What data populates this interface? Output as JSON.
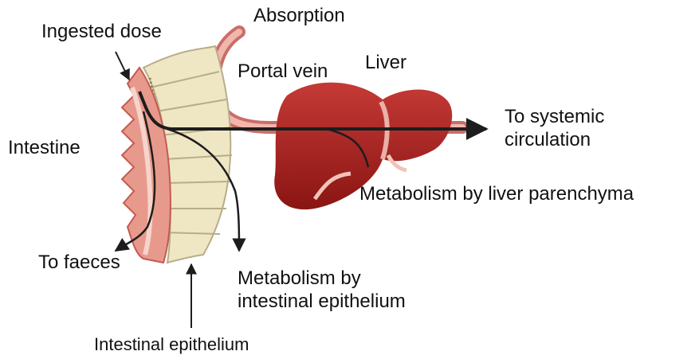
{
  "labels": {
    "ingested_dose": "Ingested dose",
    "absorption": "Absorption",
    "portal_vein": "Portal vein",
    "liver": "Liver",
    "to_systemic": "To systemic\ncirculation",
    "intestine": "Intestine",
    "metabolism_liver": "Metabolism by liver parenchyma",
    "to_faeces": "To faeces",
    "metabolism_intestinal": "Metabolism by\nintestinal epithelium",
    "intestinal_epithelium": "Intestinal epithelium"
  },
  "colors": {
    "liver": "#a8201e",
    "vein": "#d98b86",
    "intestine_wall": "#e79a8c",
    "epithelium": "#efe6c4",
    "arrow": "#1d1d1d"
  }
}
